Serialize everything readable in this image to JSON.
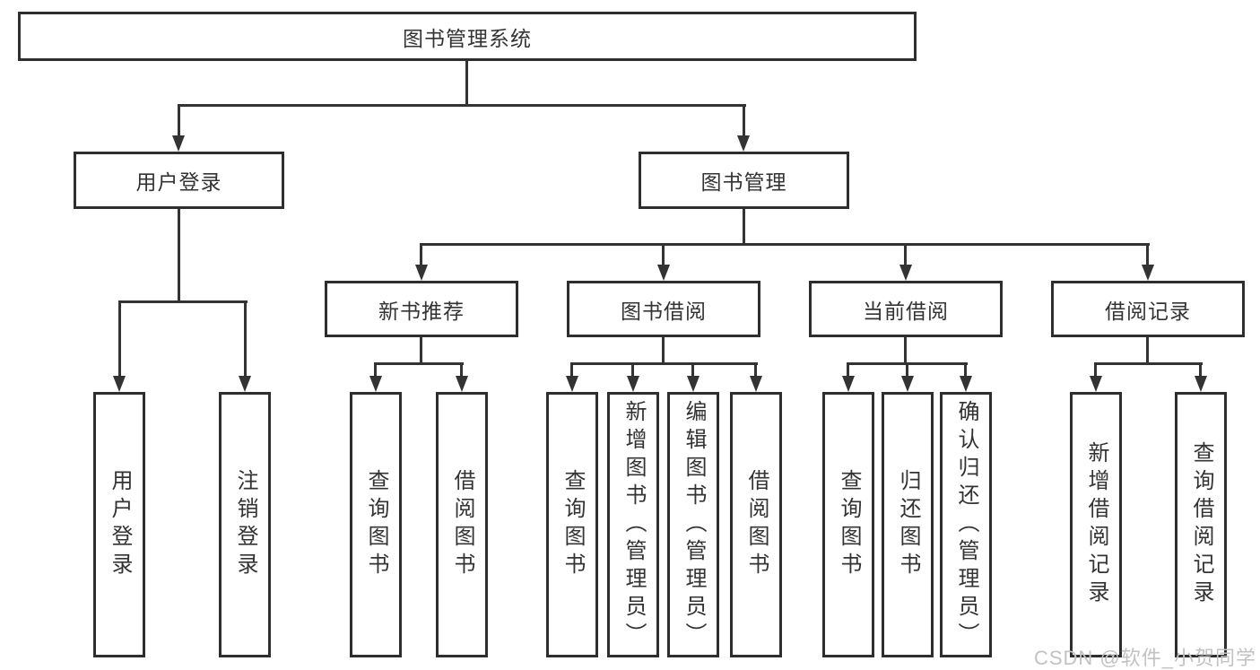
{
  "diagram": {
    "colors": {
      "background": "#ffffff",
      "line": "#333333",
      "box_border": "#2e2e2e",
      "text": "#333333",
      "watermark": "#c3c1c1"
    },
    "watermark": "CSDN @软件_小贺同学",
    "nodes": {
      "root": {
        "label": "图书管理系统"
      },
      "user_login": {
        "label": "用户登录"
      },
      "book_mgmt": {
        "label": "图书管理"
      },
      "new_book_rec": {
        "label": "新书推荐"
      },
      "book_borrow": {
        "label": "图书借阅"
      },
      "current_borrow": {
        "label": "当前借阅"
      },
      "borrow_records": {
        "label": "借阅记录"
      },
      "u1": {
        "label": "用户登录"
      },
      "u2": {
        "label": "注销登录"
      },
      "n1": {
        "label": "查询图书"
      },
      "n2": {
        "label": "借阅图书"
      },
      "b1": {
        "label": "查询图书"
      },
      "b2": {
        "label": "新增图书（管理员）"
      },
      "b3": {
        "label": "编辑图书（管理员）"
      },
      "b4": {
        "label": "借阅图书"
      },
      "c1": {
        "label": "查询图书"
      },
      "c2": {
        "label": "归还图书"
      },
      "c3": {
        "label": "确认归还（管理员）"
      },
      "r1": {
        "label": "新增借阅记录"
      },
      "r2": {
        "label": "查询借阅记录"
      }
    },
    "hierarchy": {
      "图书管理系统": {
        "用户登录": [
          "用户登录",
          "注销登录"
        ],
        "图书管理": {
          "新书推荐": [
            "查询图书",
            "借阅图书"
          ],
          "图书借阅": [
            "查询图书",
            "新增图书（管理员）",
            "编辑图书（管理员）",
            "借阅图书"
          ],
          "当前借阅": [
            "查询图书",
            "归还图书",
            "确认归还（管理员）"
          ],
          "借阅记录": [
            "新增借阅记录",
            "查询借阅记录"
          ]
        }
      }
    }
  }
}
